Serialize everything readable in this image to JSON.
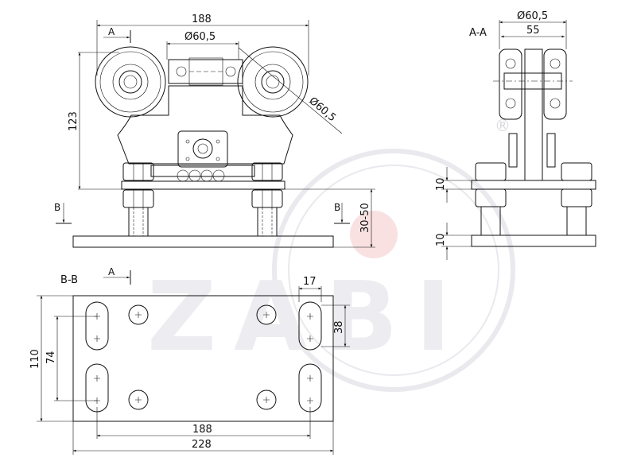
{
  "section_labels": {
    "aa": "A-A",
    "bb": "B-B"
  },
  "cut_markers": {
    "a_top": "A",
    "a_bottom": "A",
    "b_left": "B",
    "b_right": "B"
  },
  "front_view_dims": {
    "width": "188",
    "height": "123",
    "wheel_dia_top": "Ø60,5",
    "wheel_dia_side": "Ø60,5",
    "adjust": "30-50"
  },
  "section_view_dims": {
    "dia": "Ø60,5",
    "width": "55",
    "plate_thickness_top": "10",
    "plate_thickness_bottom": "10"
  },
  "plate_view_dims": {
    "slot_width": "17",
    "slot_length": "38",
    "hole_spacing_v": "74",
    "height": "110",
    "hole_spacing_h": "188",
    "width": "228"
  },
  "watermark": {
    "registered": "®",
    "logo": "ZABI"
  },
  "colors": {
    "line": "#111111",
    "watermark_gray": "#e6e6ec",
    "watermark_red": "#f6d3d3"
  }
}
